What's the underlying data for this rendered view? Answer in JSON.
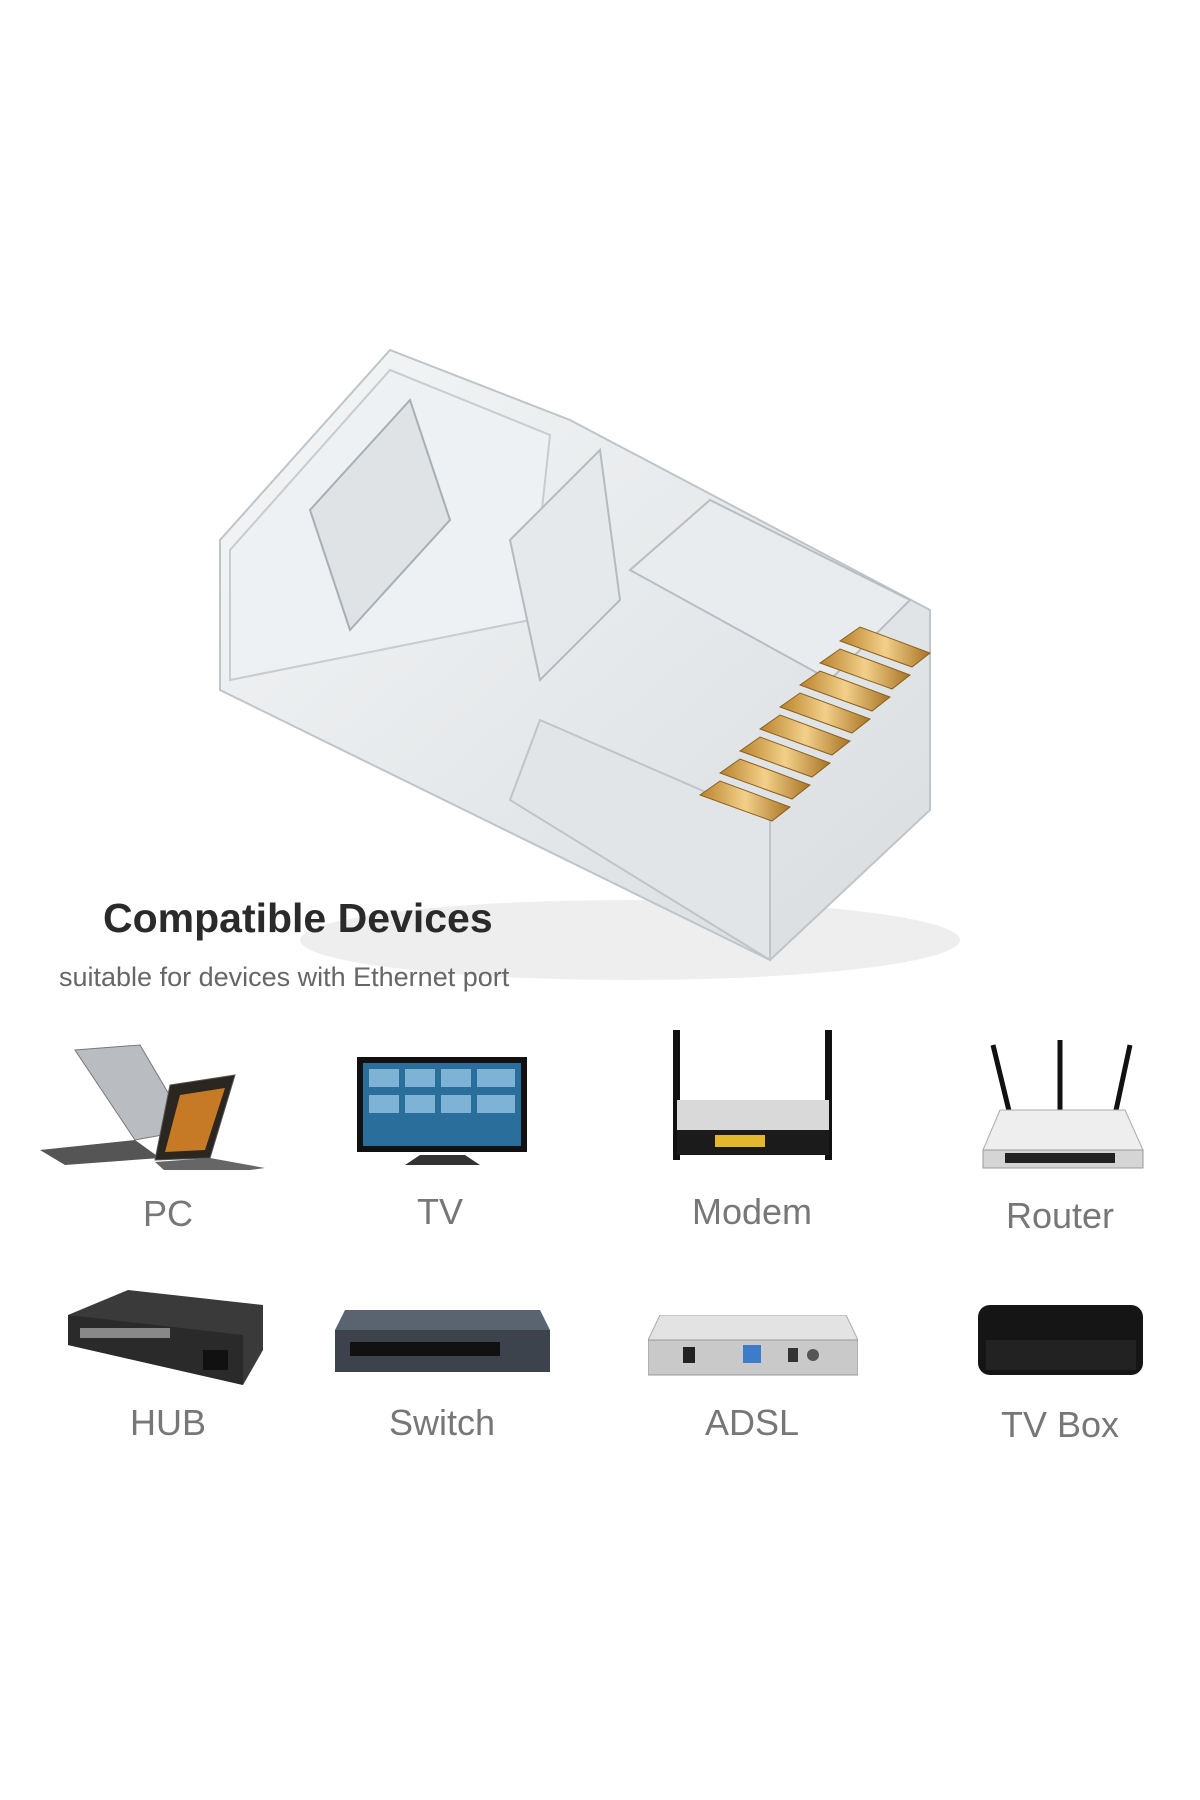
{
  "heading": {
    "title": "Compatible Devices",
    "subtitle": "suitable for devices with Ethernet port"
  },
  "product": {
    "name-icon": "rj45-connector-icon",
    "pin_color": "#d9a94a"
  },
  "devices": [
    {
      "label": "PC",
      "icon": "laptop-icon"
    },
    {
      "label": "TV",
      "icon": "tv-icon"
    },
    {
      "label": "Modem",
      "icon": "modem-icon"
    },
    {
      "label": "Router",
      "icon": "router-icon"
    },
    {
      "label": "HUB",
      "icon": "hub-icon"
    },
    {
      "label": "Switch",
      "icon": "switch-icon"
    },
    {
      "label": "ADSL",
      "icon": "adsl-icon"
    },
    {
      "label": "TV Box",
      "icon": "tv-box-icon"
    }
  ]
}
